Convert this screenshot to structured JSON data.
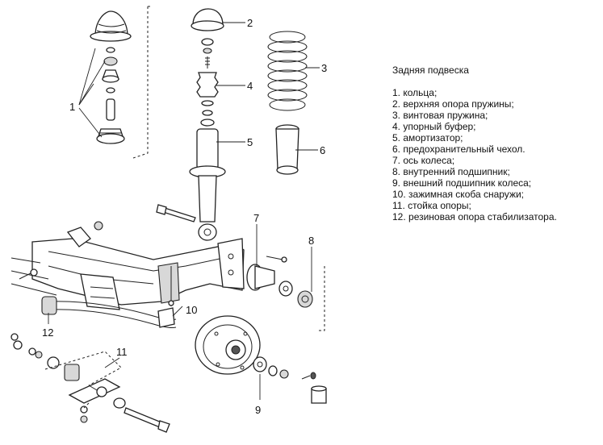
{
  "legend": {
    "title": "Задняя подвеска",
    "items": [
      "1. кольца;",
      "2. верхняя опора пружины;",
      "3. винтовая пружина;",
      "4. упорный буфер;",
      "5. амортизатор;",
      "6. предохранительный чехол.",
      "7. ось колеса;",
      "8. внутренний подшипник;",
      "9. внешний подшипник колеса;",
      "10. зажимная скоба снаружи;",
      "11. стойка опоры;",
      "12. резиновая опора стабилизатора."
    ]
  },
  "callouts": {
    "c1": "1",
    "c2": "2",
    "c3": "3",
    "c4": "4",
    "c5": "5",
    "c6": "6",
    "c7": "7",
    "c8": "8",
    "c9": "9",
    "c10": "10",
    "c11": "11",
    "c12": "12"
  }
}
